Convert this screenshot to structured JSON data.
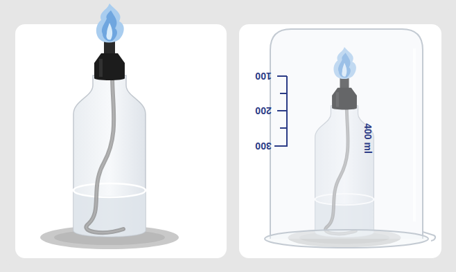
{
  "diagram": {
    "labels": [
      "100",
      "200",
      "300",
      "400 ml"
    ]
  }
}
